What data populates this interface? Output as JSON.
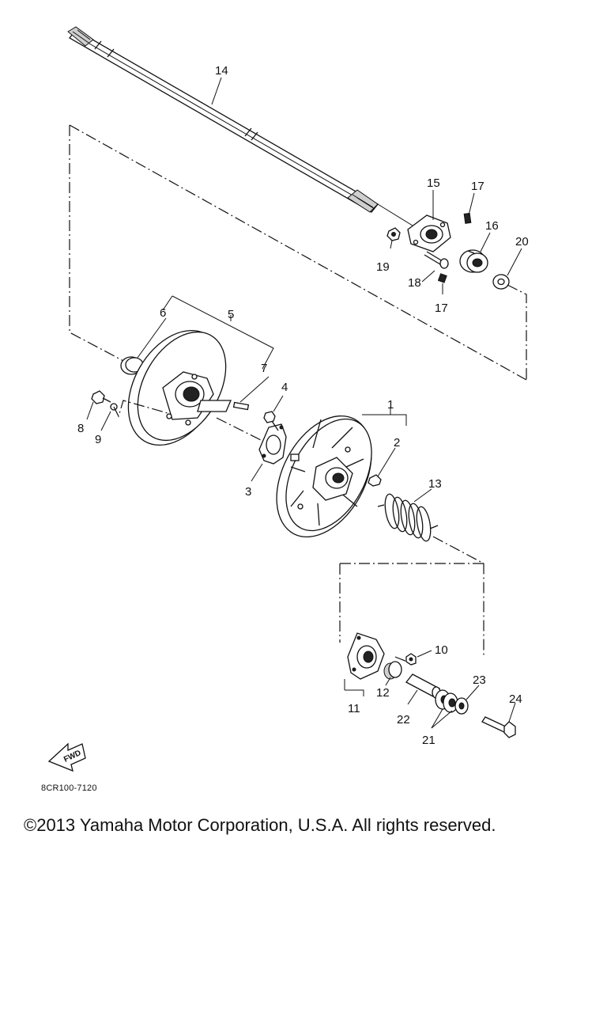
{
  "diagram": {
    "callouts": [
      "1",
      "2",
      "3",
      "4",
      "5",
      "6",
      "7",
      "8",
      "9",
      "10",
      "11",
      "12",
      "13",
      "14",
      "15",
      "16",
      "17",
      "17",
      "18",
      "19",
      "20",
      "21",
      "22",
      "23",
      "24"
    ],
    "fwd_label": "FWD",
    "drawing_code": "8CR100-7120"
  },
  "footer": {
    "copyright": "©2013 Yamaha Motor Corporation, U.S.A. All rights reserved."
  }
}
